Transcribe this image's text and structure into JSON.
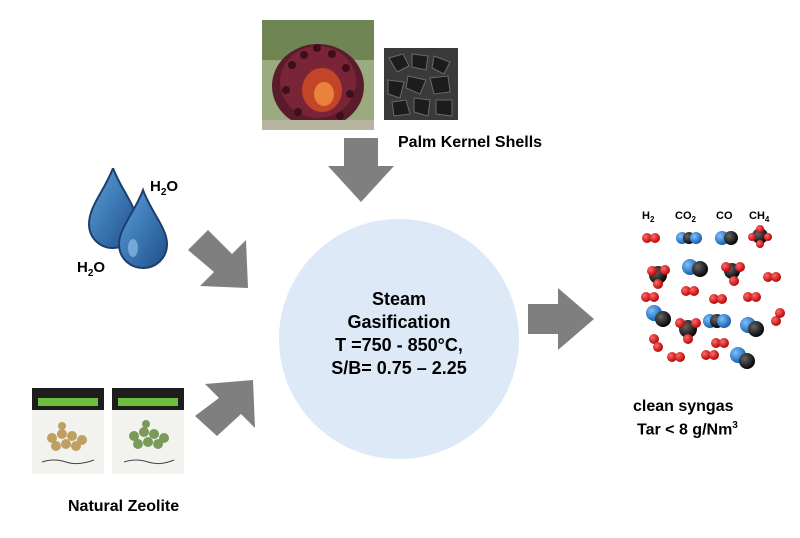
{
  "feedstock": {
    "label": "Palm Kernel Shells"
  },
  "water": {
    "label_top": "H",
    "label_top_sub": "2",
    "label_top_tail": "O",
    "label_bottom": "H",
    "label_bottom_sub": "2",
    "label_bottom_tail": "O"
  },
  "catalyst": {
    "label": "Natural Zeolite"
  },
  "process": {
    "line1": "Steam",
    "line2": "Gasification",
    "line3": "T =750 - 850°C,",
    "line4": "S/B= 0.75 – 2.25"
  },
  "products": {
    "species": [
      {
        "base": "H",
        "sub": "2",
        "tail": ""
      },
      {
        "base": "CO",
        "sub": "2",
        "tail": ""
      },
      {
        "base": "CO",
        "sub": "",
        "tail": ""
      },
      {
        "base": "CH",
        "sub": "4",
        "tail": ""
      }
    ],
    "label_line1": "clean syngas",
    "label_line2": "Tar < 8 g/Nm",
    "label_line2_sup": "3"
  },
  "colors": {
    "arrow": "#7f7f7f",
    "circle": "#dde9f6",
    "water_drop": "#2e75b6",
    "hydrogen_atom": "#e01010",
    "oxygen_atom": "#1f77d0",
    "carbon_atom": "#1a1a1a"
  }
}
